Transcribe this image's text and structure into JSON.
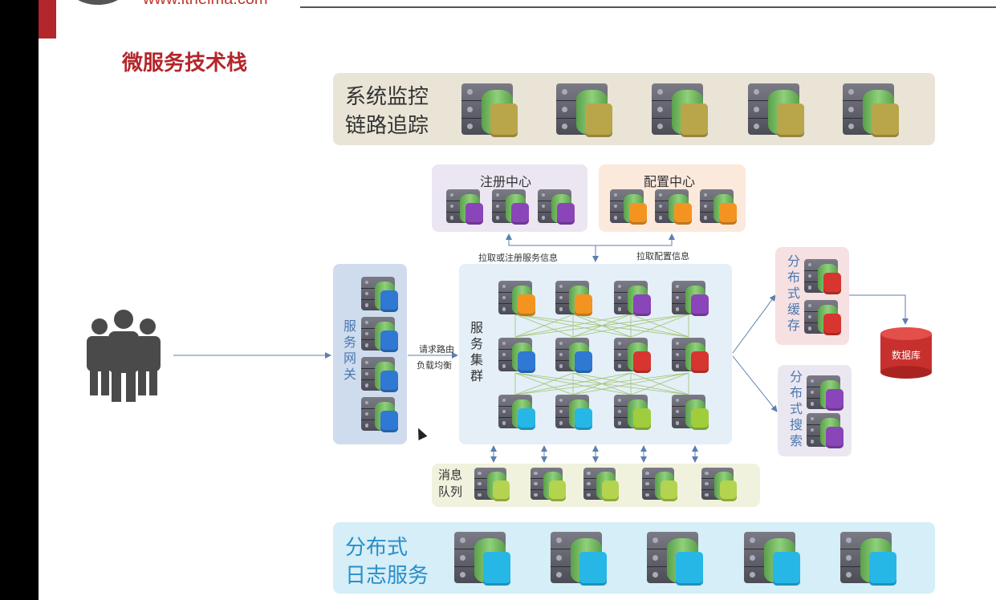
{
  "header": {
    "url_text": "www.itheima.com",
    "title": "微服务技术栈"
  },
  "colors": {
    "brand_red": "#b3262b",
    "monitor_bg": "#e9e4d6",
    "registry_bg": "#ebe6f2",
    "config_bg": "#fbe9dc",
    "gateway_bg": "#cfdcee",
    "cluster_bg": "#e4eff8",
    "cache_bg": "#f6e0e1",
    "search_bg": "#ebe7f1",
    "mq_bg": "#f0f2de",
    "log_bg": "#d5eef8"
  },
  "icons": {
    "server": "server-stack-icon",
    "users": "user-group-icon",
    "database": "database-cylinder-icon"
  },
  "diagram": {
    "monitor": {
      "line1": "系统监控",
      "line2": "链路追踪"
    },
    "registry": {
      "label": "注册中心"
    },
    "config": {
      "label": "配置中心"
    },
    "gateway": {
      "label": "服务网关"
    },
    "cluster": {
      "label": "服务集群"
    },
    "cache": {
      "label": "分布式缓存"
    },
    "search": {
      "label": "分布式搜索"
    },
    "mq": {
      "label": "消息队列"
    },
    "logging": {
      "line1": "分布式",
      "line2": "日志服务"
    },
    "database": {
      "label": "数据库"
    },
    "edges": {
      "register_info": "拉取或注册服务信息",
      "config_info": "拉取配置信息",
      "route_line1": "请求路由",
      "route_line2": "负载均衡"
    }
  }
}
